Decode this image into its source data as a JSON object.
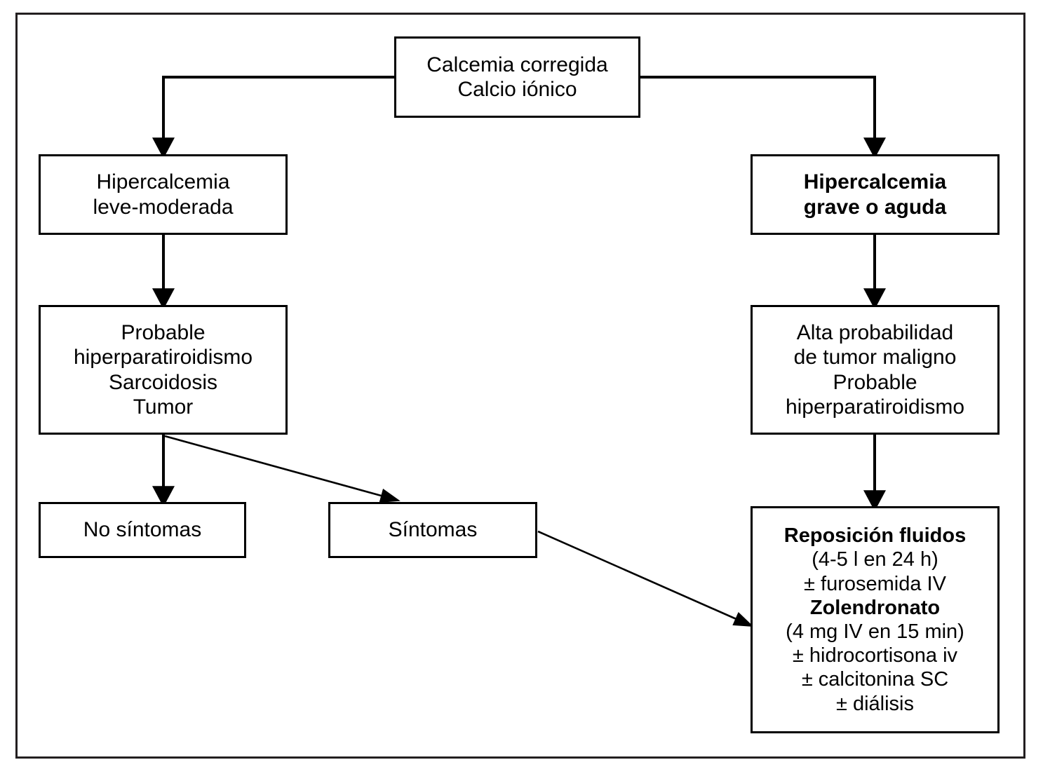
{
  "diagram": {
    "type": "flowchart",
    "title": "",
    "language": "es",
    "colors": {
      "stroke": "#000000",
      "frame": "#231f20",
      "background": "#ffffff",
      "text": "#000000"
    },
    "nodes": [
      {
        "id": "root",
        "lines": [
          "Calcemia corregida",
          "Calcio iónico"
        ],
        "bold": false
      },
      {
        "id": "mild",
        "lines": [
          "Hipercalcemia",
          "leve-moderada"
        ],
        "bold": false
      },
      {
        "id": "severe",
        "lines": [
          "Hipercalcemia",
          "grave o aguda"
        ],
        "bold": true
      },
      {
        "id": "mild_dx",
        "lines": [
          "Probable",
          "hiperparatiroidismo",
          "Sarcoidosis",
          "Tumor"
        ],
        "bold": false
      },
      {
        "id": "severe_dx",
        "lines": [
          "Alta probabilidad",
          "de tumor maligno",
          "Probable",
          "hiperparatiroidismo"
        ],
        "bold": false
      },
      {
        "id": "no_symptoms",
        "lines": [
          "No síntomas"
        ],
        "bold": false
      },
      {
        "id": "symptoms",
        "lines": [
          "Síntomas"
        ],
        "bold": false
      },
      {
        "id": "treatment",
        "lines": [
          "Reposición fluidos",
          "(4-5 l en 24 h)",
          "± furosemida IV",
          "Zolendronato",
          "(4 mg IV en 15 min)",
          "± hidrocortisona iv",
          "± calcitonina SC",
          "± diálisis"
        ],
        "bold_lines": [
          0,
          3
        ]
      }
    ],
    "edges": [
      {
        "from": "root",
        "to": "mild",
        "style": "elbow-left-arrow"
      },
      {
        "from": "root",
        "to": "severe",
        "style": "elbow-right-arrow"
      },
      {
        "from": "mild",
        "to": "mild_dx",
        "style": "vertical-arrow"
      },
      {
        "from": "severe",
        "to": "severe_dx",
        "style": "vertical-arrow"
      },
      {
        "from": "mild_dx",
        "to": "no_symptoms",
        "style": "vertical-arrow"
      },
      {
        "from": "mild_dx",
        "to": "symptoms",
        "style": "diagonal-arrow"
      },
      {
        "from": "severe_dx",
        "to": "treatment",
        "style": "vertical-arrow"
      },
      {
        "from": "symptoms",
        "to": "treatment",
        "style": "diagonal-arrow"
      }
    ]
  }
}
